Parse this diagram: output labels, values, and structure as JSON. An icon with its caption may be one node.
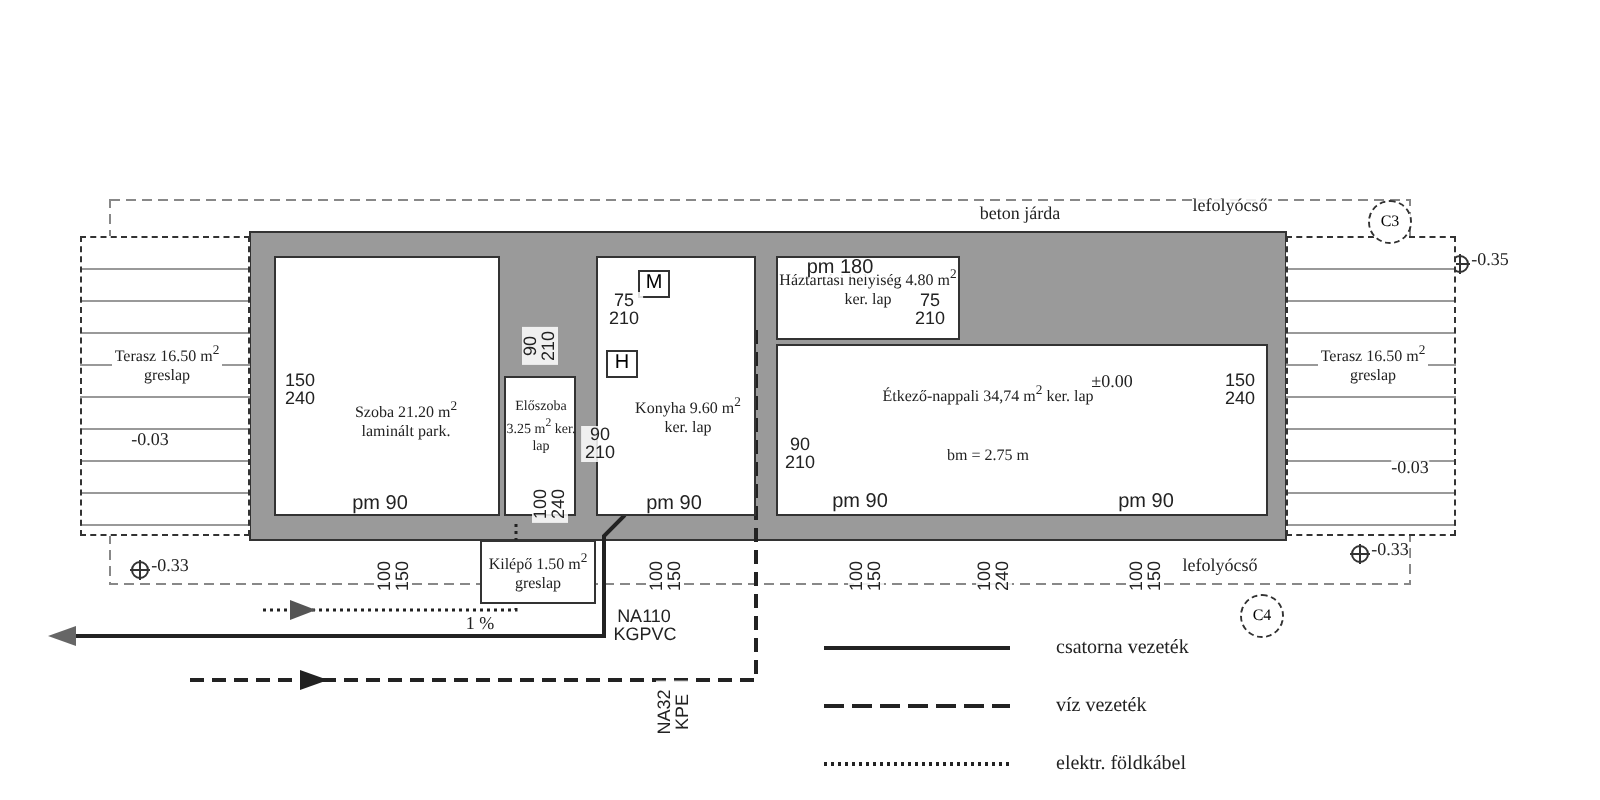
{
  "diagram": {
    "nodes": [
      {
        "text": [
          "Terasz 16.50 m$^{2}$ greslap"
        ]
      },
      {
        "text": [
          "Szoba 21.20 m$^{2}$ laminált park."
        ]
      },
      {
        "text": [
          "Előszoba 3.25 m$^{2}$ ker. lap"
        ]
      },
      {
        "text": [
          "Kilépő 1.50 m$^{2}$ greslap"
        ]
      },
      {
        "text": [
          "Konyha 9.60 m$^{2}$ ker. lap"
        ]
      },
      {
        "text": [
          "M"
        ],
        "in": 4
      },
      {
        "text": [
          "H"
        ],
        "in": 4
      },
      {
        "text": [
          "Háztartási helyiség 4.80 m$^{2}$ ker. lap"
        ]
      },
      {
        "text": [
          "Étkező-nappali 34,74 m$^{2}$ ker. lap",
          "bm = 2.75 m"
        ]
      },
      {
        "text": [
          "Terasz 16.50 m$^{2}$ greslap"
        ]
      },
      {
        "text": [
          "C3"
        ]
      },
      {
        "text": [
          "C4"
        ]
      }
    ],
    "edges": [],
    "labels": [
      "beton járda",
      "lefolyócső",
      "pm 180",
      "±0.00",
      "-0.35",
      "-0.03",
      "-0.33",
      "150 240",
      "90 210",
      "75 210",
      "90 210",
      "100 240",
      "pm 90",
      "pm 90",
      "75 210",
      "90 210",
      "150 240",
      "pm 90",
      "pm 90",
      "-0.03",
      "-0.33",
      "lefolyócső",
      "100 150",
      "100 150",
      "100 150",
      "100 240",
      "100 150",
      "NA110 KGPVC",
      "1 %",
      "NA32 KPE"
    ],
    "legend": [
      {
        "text": "csatorna vezeték"
      },
      {
        "text": "víz vezeték"
      },
      {
        "text": "elektr. földkábel"
      }
    ]
  }
}
